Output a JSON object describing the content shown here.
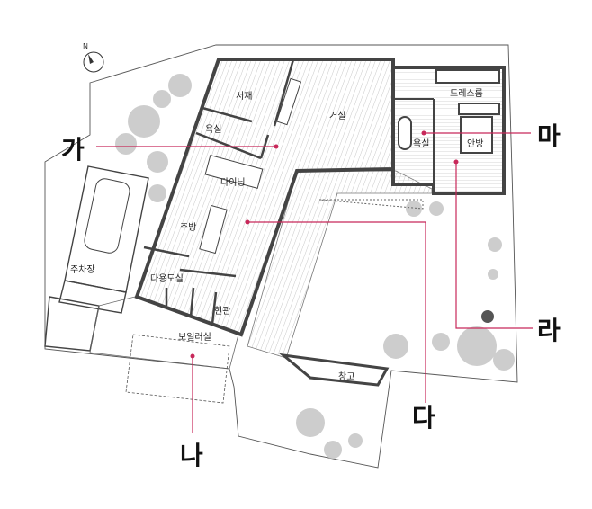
{
  "title": "주택 평면도",
  "compass": {
    "label": "N"
  },
  "rooms": {
    "study": "서재",
    "living": "거실",
    "dressroom": "드레스룸",
    "bath1": "욕실",
    "bath2": "욕실",
    "master": "안방",
    "dining": "다이닝",
    "kitchen": "주방",
    "parking": "주차장",
    "utility": "다용도실",
    "entrance": "현관",
    "boiler": "보일러실",
    "storage": "창고"
  },
  "markers": [
    {
      "id": "ga",
      "label": "가"
    },
    {
      "id": "na",
      "label": "나"
    },
    {
      "id": "da",
      "label": "다"
    },
    {
      "id": "ra",
      "label": "라"
    },
    {
      "id": "ma",
      "label": "마"
    }
  ],
  "colors": {
    "accent": "#c8285a",
    "wall": "#444444",
    "tree": "#bdbdbd",
    "floor": "#e9e9e9"
  }
}
